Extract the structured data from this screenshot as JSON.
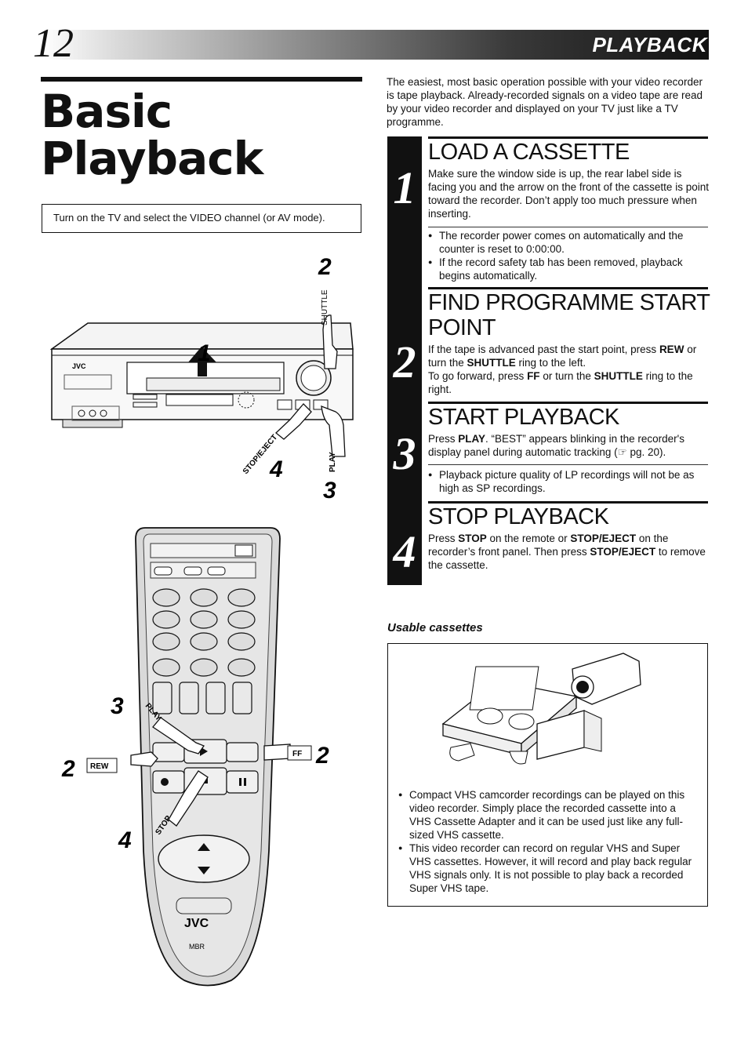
{
  "header": {
    "page_number": "12",
    "section": "PLAYBACK"
  },
  "title": {
    "line1": "Basic",
    "line2": "Playback"
  },
  "note": "Turn on the TV and select the VIDEO channel (or AV mode).",
  "intro": "The easiest, most basic operation possible with your video recorder is tape playback. Already-recorded signals on a video tape are read by your video recorder and displayed on your TV just like a TV programme.",
  "steps": [
    {
      "number": "1",
      "heading": "LOAD A CASSETTE",
      "body": "Make sure the window side is up, the rear label side is facing you and the arrow on the front of the cassette is point toward the recorder. Don’t apply too much pressure when inserting.",
      "bullets": [
        "The recorder power comes on automatically and the counter is reset to 0:00:00.",
        "If the record safety tab has been removed, playback begins automatically."
      ]
    },
    {
      "number": "2",
      "heading": "FIND PROGRAMME START POINT",
      "body_parts": [
        "If the tape is advanced past the start point, press ",
        "REW",
        " or turn the ",
        "SHUTTLE",
        " ring to the left.",
        "To go forward, press ",
        "FF",
        " or turn the ",
        "SHUTTLE",
        " ring to the right."
      ]
    },
    {
      "number": "3",
      "heading": "START PLAYBACK",
      "body_parts": [
        "Press ",
        "PLAY",
        ". “BEST” appears blinking in the recorder's display panel during automatic tracking (☞ pg. 20)."
      ],
      "bullets": [
        "Playback picture quality of LP recordings will not be as high as SP recordings."
      ]
    },
    {
      "number": "4",
      "heading": "STOP PLAYBACK",
      "body_parts": [
        "Press ",
        "STOP",
        " on the remote or ",
        "STOP/EJECT",
        " on the recorder’s front panel. Then press ",
        "STOP/EJECT",
        " to remove the cassette."
      ]
    }
  ],
  "usable": {
    "title": "Usable cassettes",
    "bullets": [
      "Compact VHS camcorder recordings can be played on this video recorder. Simply place the recorded cassette into a VHS Cassette Adapter and it can be used just like any full-sized VHS cassette.",
      "This video recorder can record on regular VHS and Super VHS cassettes. However, it will record and play back regular VHS signals only. It is not possible to play back a recorded Super VHS tape."
    ]
  },
  "vcr_illustration": {
    "brand": "JVC",
    "labels": {
      "shuttle": "SHUTTLE",
      "stop_eject": "STOP/EJECT",
      "play": "PLAY"
    },
    "callouts": [
      "1",
      "2",
      "3",
      "4"
    ]
  },
  "remote_illustration": {
    "brand": "JVC",
    "logo_text": "MBR",
    "labels": {
      "play": "PLAY",
      "stop": "STOP",
      "rew": "REW",
      "ff": "FF"
    },
    "callouts": [
      "3",
      "2",
      "2",
      "4"
    ]
  }
}
